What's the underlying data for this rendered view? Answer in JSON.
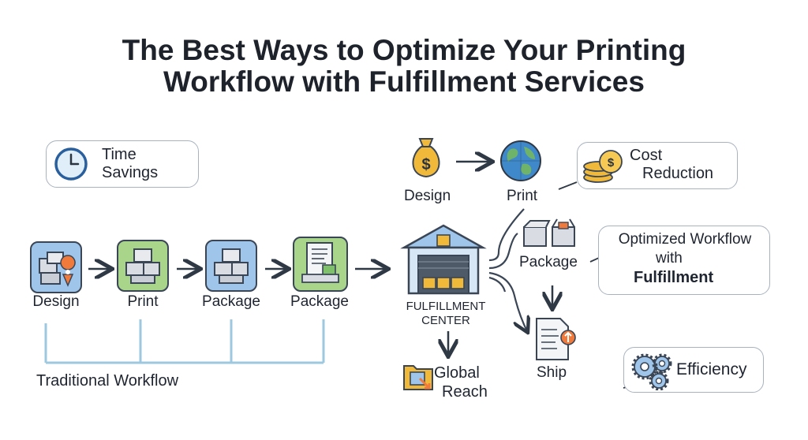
{
  "title_line1": "The Best Ways to Optimize Your Printing",
  "title_line2": "Workflow with Fulfillment Services",
  "time_savings": {
    "line1": "Time",
    "line2": "Savings",
    "icon": "clock-icon"
  },
  "cost_reduction": {
    "line1": "Cost",
    "line2": "Reduction",
    "icon": "coins-icon"
  },
  "optimized": {
    "line1": "Optimized Workflow",
    "line2": "with",
    "line3": "Fulfillment"
  },
  "efficiency": {
    "label": "Efficiency",
    "icon": "gears-icon"
  },
  "traditional": {
    "label": "Traditional Workflow",
    "steps": [
      {
        "label": "Design",
        "icon": "boxes-location-icon",
        "color": "#9fc6ea"
      },
      {
        "label": "Print",
        "icon": "boxes-icon",
        "color": "#a8d58a"
      },
      {
        "label": "Package",
        "icon": "boxes-icon",
        "color": "#9fc6ea"
      },
      {
        "label": "Package",
        "icon": "document-package-icon",
        "color": "#a8d58a"
      }
    ]
  },
  "top_flow": {
    "design": {
      "label": "Design",
      "icon": "money-bag-icon"
    },
    "print": {
      "label": "Print",
      "icon": "globe-icon"
    }
  },
  "center": {
    "line1": "FULFILLMENT",
    "line2": "CENTER",
    "icon": "warehouse-icon"
  },
  "right_flow": {
    "package": {
      "label": "Package",
      "icon": "open-boxes-icon"
    },
    "ship": {
      "label": "Ship",
      "icon": "shipping-document-icon"
    }
  },
  "global_reach": {
    "line1": "Global",
    "line2": "Reach",
    "icon": "global-folder-icon"
  },
  "colors": {
    "blue_tile": "#9fc6ea",
    "green_tile": "#a8d58a",
    "outline": "#3a4656",
    "connector": "#9ec8df",
    "gold": "#f1b93a",
    "orange": "#ef7a3c"
  }
}
